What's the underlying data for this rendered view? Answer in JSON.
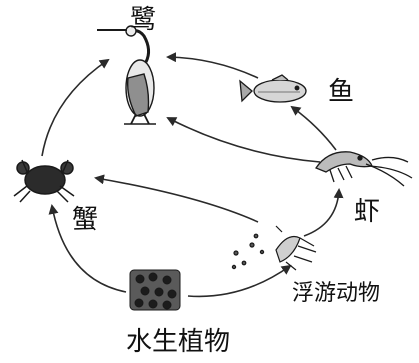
{
  "diagram": {
    "organisms": {
      "egret": "鹭",
      "fish": "鱼",
      "shrimp": "虾",
      "crab": "蟹",
      "zooplankton": "浮游动物",
      "aquatic_plants": "水生植物"
    },
    "arrows": [
      {
        "from": "aquatic_plants",
        "to": "zooplankton"
      },
      {
        "from": "aquatic_plants",
        "to": "crab"
      },
      {
        "from": "zooplankton",
        "to": "crab"
      },
      {
        "from": "zooplankton",
        "to": "shrimp"
      },
      {
        "from": "shrimp",
        "to": "fish"
      },
      {
        "from": "shrimp",
        "to": "egret"
      },
      {
        "from": "fish",
        "to": "egret"
      },
      {
        "from": "crab",
        "to": "egret"
      }
    ],
    "colors": {
      "ink": "#111111",
      "arrow": "#2a2a2a"
    }
  }
}
